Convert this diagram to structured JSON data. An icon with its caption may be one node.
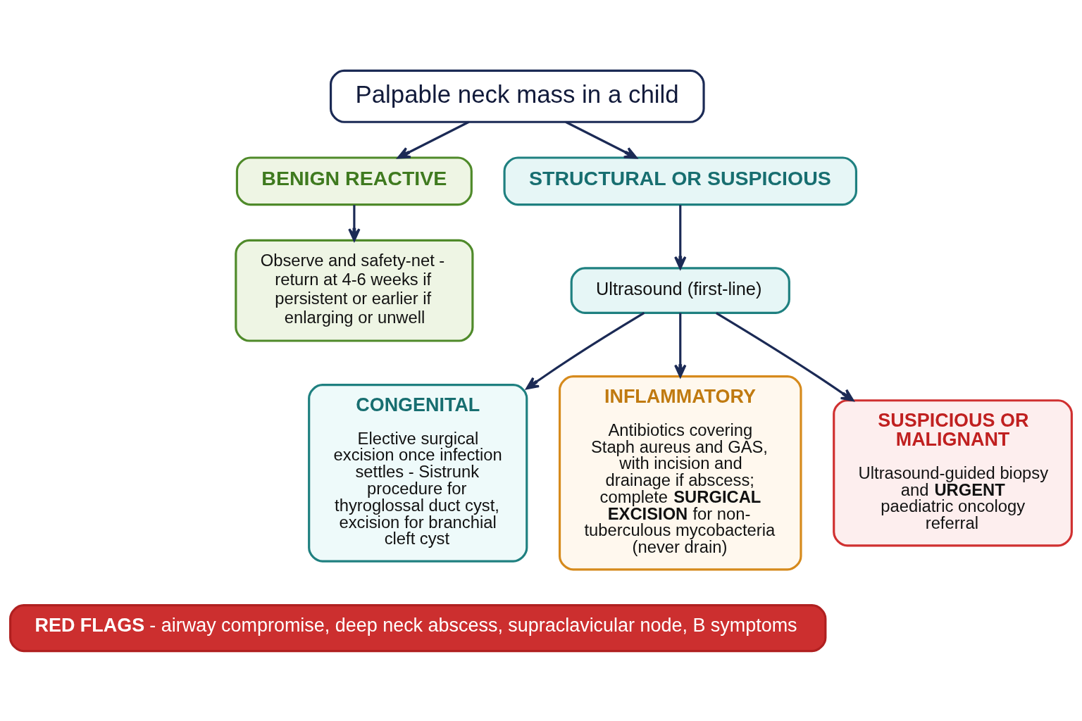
{
  "diagram": {
    "nodes": [
      {
        "text": [
          "Palpable neck mass in a child"
        ]
      },
      {
        "text": [
          "BENIGN REACTIVE"
        ]
      },
      {
        "text": [
          "Observe and safety-net - return at 4-6 weeks if persistent or earlier if enlarging or unwell"
        ]
      },
      {
        "text": [
          "STRUCTURAL OR SUSPICIOUS"
        ]
      },
      {
        "text": [
          "Ultrasound (first-line)"
        ]
      },
      {
        "text": [
          "CONGENITAL",
          "Elective surgical excision once infection settles - Sistrunk procedure for thyroglossal duct cyst, excision for branchial cleft cyst"
        ]
      },
      {
        "text": [
          "INFLAMMATORY",
          "Antibiotics covering Staph aureus and GAS, with incision and drainage if abscess; complete **SURGICAL EXCISION** for non-tuberculous mycobacteria (never drain)"
        ]
      },
      {
        "text": [
          "SUSPICIOUS OR MALIGNANT",
          "Ultrasound-guided biopsy and **URGENT** paediatric oncology referral"
        ]
      },
      {
        "text": [
          "**RED FLAGS** - airway compromise, deep neck abscess, supraclavicular node, B symptoms"
        ]
      }
    ],
    "edges": [
      {
        "from": 0,
        "to": 1,
        "arrow": "to"
      },
      {
        "from": 0,
        "to": 3,
        "arrow": "to"
      },
      {
        "from": 1,
        "to": 2,
        "arrow": "to"
      },
      {
        "from": 3,
        "to": 4,
        "arrow": "to"
      },
      {
        "from": 4,
        "to": 5,
        "arrow": "to"
      },
      {
        "from": 4,
        "to": 6,
        "arrow": "to"
      },
      {
        "from": 4,
        "to": 7,
        "arrow": "to"
      }
    ]
  }
}
